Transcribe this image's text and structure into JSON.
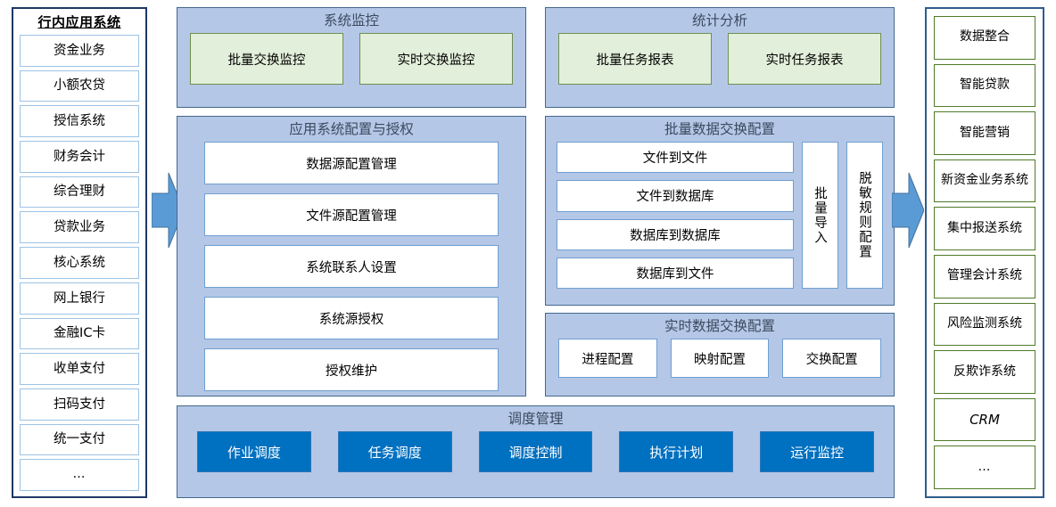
{
  "left_sidebar": {
    "title": "行内应用系统",
    "items": [
      {
        "label": "资金业务"
      },
      {
        "label": "小额农贷"
      },
      {
        "label": "授信系统"
      },
      {
        "label": "财务会计"
      },
      {
        "label": "综合理财"
      },
      {
        "label": "贷款业务"
      },
      {
        "label": "核心系统"
      },
      {
        "label": "网上银行"
      },
      {
        "label": "金融IC卡"
      },
      {
        "label": "收单支付"
      },
      {
        "label": "扫码支付"
      },
      {
        "label": "统一支付"
      },
      {
        "label": "…"
      }
    ]
  },
  "right_sidebar": {
    "items": [
      {
        "label": "数据整合"
      },
      {
        "label": "智能贷款"
      },
      {
        "label": "智能营销"
      },
      {
        "label": "新资金业务系统"
      },
      {
        "label": "集中报送系统"
      },
      {
        "label": "管理会计系统"
      },
      {
        "label": "风险监测系统"
      },
      {
        "label": "反欺诈系统"
      },
      {
        "label": "CRM"
      },
      {
        "label": "…"
      }
    ]
  },
  "panels": {
    "system_monitor": {
      "title": "系统监控",
      "tiles": [
        {
          "label": "批量交换监控"
        },
        {
          "label": "实时交换监控"
        }
      ]
    },
    "statistics": {
      "title": "统计分析",
      "tiles": [
        {
          "label": "批量任务报表"
        },
        {
          "label": "实时任务报表"
        }
      ]
    },
    "app_config": {
      "title": "应用系统配置与授权",
      "tiles": [
        {
          "label": "数据源配置管理"
        },
        {
          "label": "文件源配置管理"
        },
        {
          "label": "系统联系人设置"
        },
        {
          "label": "系统源授权"
        },
        {
          "label": "授权维护"
        }
      ]
    },
    "batch_exchange": {
      "title": "批量数据交换配置",
      "tiles": [
        {
          "label": "文件到文件"
        },
        {
          "label": "文件到数据库"
        },
        {
          "label": "数据库到数据库"
        },
        {
          "label": "数据库到文件"
        }
      ],
      "vertical_tiles": [
        {
          "label": "批量导入"
        },
        {
          "label": "脱敏规则配置"
        }
      ]
    },
    "realtime_exchange": {
      "title": "实时数据交换配置",
      "tiles": [
        {
          "label": "进程配置"
        },
        {
          "label": "映射配置"
        },
        {
          "label": "交换配置"
        }
      ]
    },
    "scheduling": {
      "title": "调度管理",
      "tiles": [
        {
          "label": "作业调度"
        },
        {
          "label": "任务调度"
        },
        {
          "label": "调度控制"
        },
        {
          "label": "执行计划"
        },
        {
          "label": "运行监控"
        }
      ]
    }
  },
  "arrows": [
    {
      "name": "arrow-left",
      "direction": "right"
    },
    {
      "name": "arrow-right",
      "direction": "right"
    }
  ],
  "colors": {
    "panel_fill": "#b4c7e7",
    "panel_border": "#44688e",
    "green_tile_fill": "#e2efda",
    "green_tile_border": "#6f8f4f",
    "white_tile_border": "#6f9fd0",
    "blue_tile_fill": "#0070c0",
    "arrow_fill": "#5b9bd5",
    "left_sidebar_border": "#1f3864",
    "right_sidebar_border": "#2e5c8a"
  }
}
